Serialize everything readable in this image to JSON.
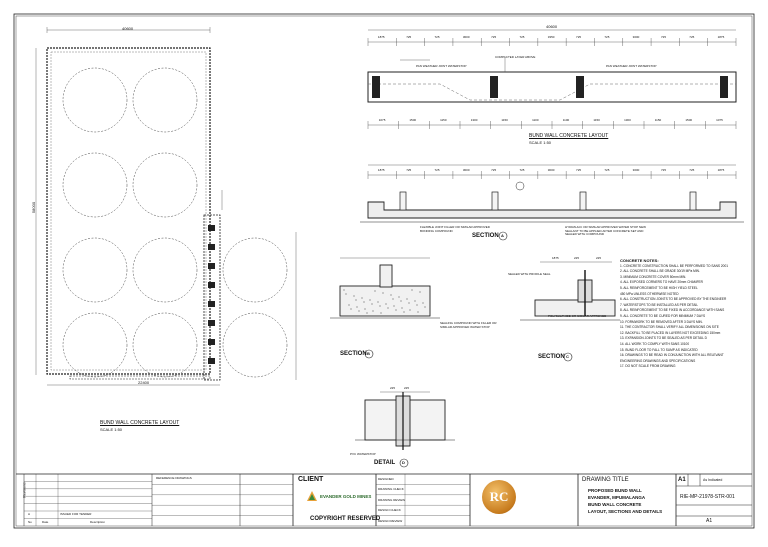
{
  "plan": {
    "title": "BUND WALL CONCRETE LAYOUT",
    "scale": "SCALE 1:50",
    "dim_top": "40600",
    "dim_left": "58000",
    "dim_bottom": "22400"
  },
  "elevation": {
    "title": "BUND WALL CONCRETE LAYOUT",
    "scale": "SCALE 1:50",
    "dim_overall": "40600",
    "dims_top": [
      "1875",
      "725",
      "725",
      "3000",
      "725",
      "725",
      "3350",
      "725",
      "725",
      "3000",
      "725",
      "725",
      "1875"
    ],
    "dims_bottom": [
      "1075",
      "1500",
      "1150",
      "1300",
      "1150",
      "1100",
      "1100",
      "1150",
      "1300",
      "1150",
      "1500",
      "1075"
    ],
    "note_a": "PAN WEATHER JOINT WATERSTOP",
    "note_b": "PAN WEATHER JOINT WATERSTOP",
    "note_c": "COMPACTED LAYER ABOVE"
  },
  "section_a": {
    "title": "SECTION",
    "marker": "A",
    "dims_top": [
      "1875",
      "725",
      "725",
      "3000",
      "725",
      "725",
      "3000",
      "725",
      "725",
      "3000",
      "725",
      "725",
      "1875"
    ],
    "note_left": "FLEXIBLE JOINT FILLER OR SIMILAR APPROVED BONDING COMPOUND",
    "note_right": "HYDRAULIC OR SIMILAR APPROVED WATER STOP NEW SEALANT TO BE APPLIED AFTER CONCRETE SET AND SEALED WITH COMPOUND"
  },
  "section_b": {
    "title": "SECTION",
    "marker": "B",
    "note": "SEALING COMPOUND WITH FILLER OR SIMILAR APPROVED WATER STOP"
  },
  "section_c": {
    "title": "SECTION",
    "marker": "C",
    "dims": [
      "1875",
      "225",
      "225"
    ],
    "note_top": "SEALED WITH PROFILE SEAL",
    "note_bottom": "POLYSULPHIDE OR SIMILAR APPROVED"
  },
  "detail": {
    "title": "DETAIL",
    "marker": "D",
    "dims": [
      "225",
      "225"
    ],
    "note": "PVC WATERSTOP"
  },
  "notes_title": "CONCRETE NOTES:",
  "notes": [
    "1. CONCRETE CONSTRUCTION SHALL BE PERFORMED TO SANS 2001",
    "2. ALL CONCRETE SHALL BE GRADE 30/19 MPa MIN.",
    "3. MINIMUM CONCRETE COVER 50mm MIN.",
    "4. ALL EXPOSED CORNERS TO HAVE 20mm CHAMFER",
    "5. ALL REINFORCEMENT TO BE HIGH YIELD STEEL",
    "   450 MPa UNLESS OTHERWISE NOTED",
    "6. ALL CONSTRUCTION JOINTS TO BE APPROVED BY THE ENGINEER",
    "7. WATERSTOPS TO BE INSTALLED AS PER DETAIL",
    "8. ALL REINFORCEMENT TO BE FIXED IN ACCORDANCE WITH SANS",
    "9. ALL CONCRETE TO BE CURED FOR MINIMUM 7 DAYS",
    "10. FORMWORK TO BE REMOVED AFTER 3 DAYS MIN.",
    "11. THE CONTRACTOR SHALL VERIFY ALL DIMENSIONS ON SITE",
    "12. BACKFILL TO BE PLACED IN LAYERS NOT EXCEEDING 150mm",
    "13. EXPANSION JOINTS TO BE SEALED AS PER DETAIL D",
    "14. ALL WORK TO COMPLY WITH SANS 10100",
    "15. BUND FLOOR TO FALL TO SUMP AS INDICATED",
    "16. DRAWINGS TO BE READ IN CONJUNCTION WITH ALL RELEVANT",
    "    ENGINEERING DRAWINGS AND SPECIFICATIONS",
    "17. DO NOT SCALE FROM DRAWING"
  ],
  "titleblock": {
    "revisions_label": "Revisions",
    "rev_col": "No",
    "date_col": "Date",
    "desc_col": "Description",
    "rev_row": "A",
    "rev_desc": "ISSUED FOR TENDER",
    "ref_title": "REFERENCE DRAWINGS",
    "client_label": "CLIENT",
    "client_name": "EVANDER GOLD MINES",
    "copyright": "COPYRIGHT RESERVED",
    "consultant_rows": [
      "DESIGNED",
      "DRAWING CHECK",
      "DRAWING REVIEW",
      "DESIGN CHECK",
      "DESIGN REVIEW"
    ],
    "rc_initials": "RC",
    "drawing_title_label": "DRAWING TITLE",
    "drawing_title_lines": [
      "PROPOSED BUND WALL",
      "EVANDER, MPUMALANGA",
      "BUND WALL CONCRETE",
      "LAYOUT, SECTIONS AND DETAILS"
    ],
    "size": "A1",
    "scale_val": "As Indicated",
    "drawing_no": "RIE-MP-21978-STR-001",
    "revision": "A1"
  }
}
